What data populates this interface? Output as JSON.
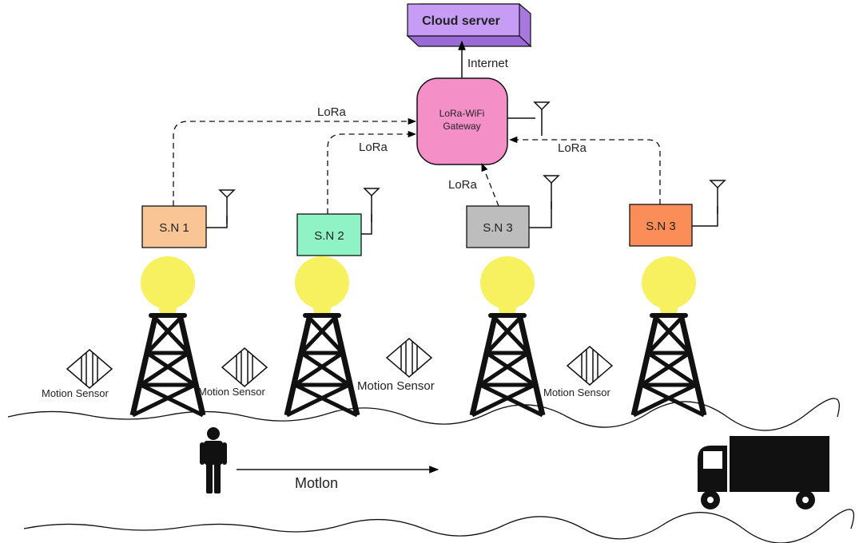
{
  "cloud": {
    "label": "Cloud server",
    "face_color": "#c79cf5",
    "side_color": "#a877e0"
  },
  "internet_label": "Internet",
  "gateway": {
    "line1": "LoRa-WiFi",
    "line2": "Gateway",
    "color": "#f58fc8"
  },
  "links": [
    {
      "id": "sn1",
      "label": "LoRa"
    },
    {
      "id": "sn2",
      "label": "LoRa"
    },
    {
      "id": "sn3a",
      "label": "LoRa"
    },
    {
      "id": "sn3b",
      "label": "LoRa"
    }
  ],
  "nodes": [
    {
      "id": "sn1",
      "label": "S.N 1",
      "color": "#f9c594"
    },
    {
      "id": "sn2",
      "label": "S.N 2",
      "color": "#8ff3c6"
    },
    {
      "id": "sn3a",
      "label": "S.N 3",
      "color": "#bdbdbd"
    },
    {
      "id": "sn3b",
      "label": "S.N 3",
      "color": "#fb8d58"
    }
  ],
  "lamp_color": "#f7f160",
  "motion_sensors": [
    {
      "label": "Motion Sensor"
    },
    {
      "label": "Motion Sensor"
    },
    {
      "label": "Motion Sensor"
    },
    {
      "label": "Motion Sensor"
    }
  ],
  "motion_label": "Motlon",
  "icons": [
    "tower-icon",
    "lamp-icon",
    "antenna-icon",
    "motion-sensor-icon",
    "person-icon",
    "truck-icon"
  ]
}
